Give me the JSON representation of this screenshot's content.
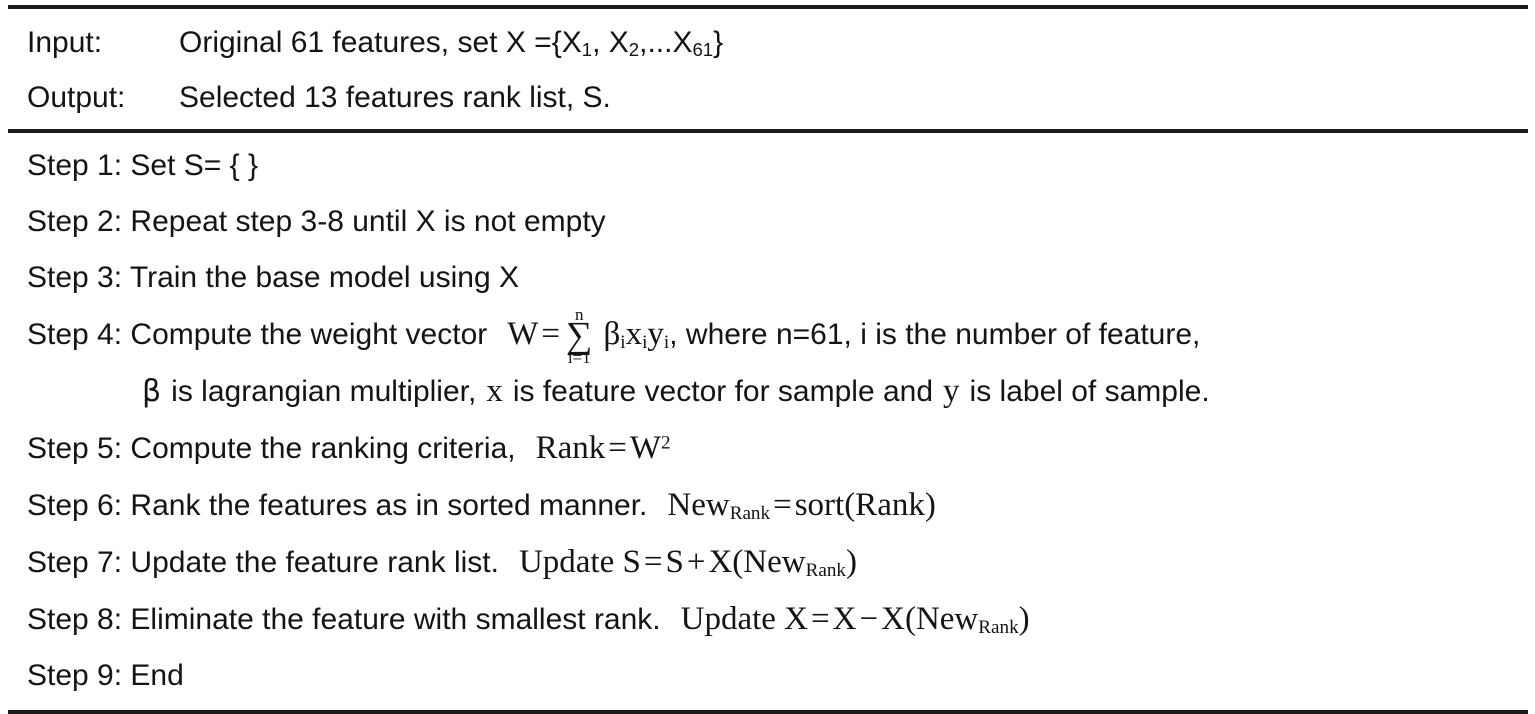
{
  "algorithm": {
    "io": [
      {
        "label": "Input:",
        "text_before": "Original 61 features, set X ={X",
        "sub1": "1",
        "mid1": ", X",
        "sub2": "2",
        "mid2": ",...X",
        "sub3": "61",
        "text_after": "}"
      },
      {
        "label": "Output:",
        "text": "Selected 13 features rank list, S."
      }
    ],
    "steps": [
      {
        "id": "step-1",
        "text": "Step 1: Set S= { }"
      },
      {
        "id": "step-2",
        "text": "Step 2: Repeat step 3-8 until X is not empty"
      },
      {
        "id": "step-3",
        "text": "Step 3: Train the base model using X"
      },
      {
        "id": "step-4",
        "prose": "Step 4: Compute the weight vector",
        "formula": {
          "lhs": "W",
          "equals": "=",
          "sigma": "∑",
          "sigma_upper": "n",
          "sigma_lower": "i=1",
          "beta": "β",
          "beta_sub": "i",
          "x": "x",
          "x_sub": "i",
          "y": "y",
          "y_sub": "i",
          "comma": ","
        },
        "tail": "where n=61, i is the number of feature,"
      },
      {
        "id": "step-4-continuation",
        "beta": "β",
        "part1": "is lagrangian multiplier,",
        "var_x": "x",
        "part2": "is feature vector for sample and",
        "var_y": "y",
        "part3": "is label of sample."
      },
      {
        "id": "step-5",
        "prose": "Step 5: Compute the ranking criteria,",
        "formula": {
          "lhs": "Rank",
          "equals": "=",
          "rhs": "W",
          "rhs_sup": "2"
        }
      },
      {
        "id": "step-6",
        "prose": "Step 6: Rank the features as in sorted manner.",
        "formula": {
          "lhs": "New",
          "lhs_sub": "Rank",
          "equals": "=",
          "rhs": "sort(Rank)"
        }
      },
      {
        "id": "step-7",
        "prose": "Step 7: Update the feature rank list.",
        "formula": {
          "update": "Update S",
          "equals": "=",
          "operand1": "S",
          "op": "+",
          "operand2": "X(New",
          "operand2_sub": "Rank",
          "operand2_close": ")"
        }
      },
      {
        "id": "step-8",
        "prose": "Step 8: Eliminate the feature with smallest rank.",
        "formula": {
          "update": "Update X",
          "equals": "=",
          "operand1": "X",
          "op": "−",
          "operand2": "X(New",
          "operand2_sub": "Rank",
          "operand2_close": ")"
        }
      },
      {
        "id": "step-9",
        "text": "Step 9: End"
      }
    ]
  },
  "colors": {
    "text": "#141414",
    "rule": "#1a1a1a",
    "background": "#ffffff"
  }
}
